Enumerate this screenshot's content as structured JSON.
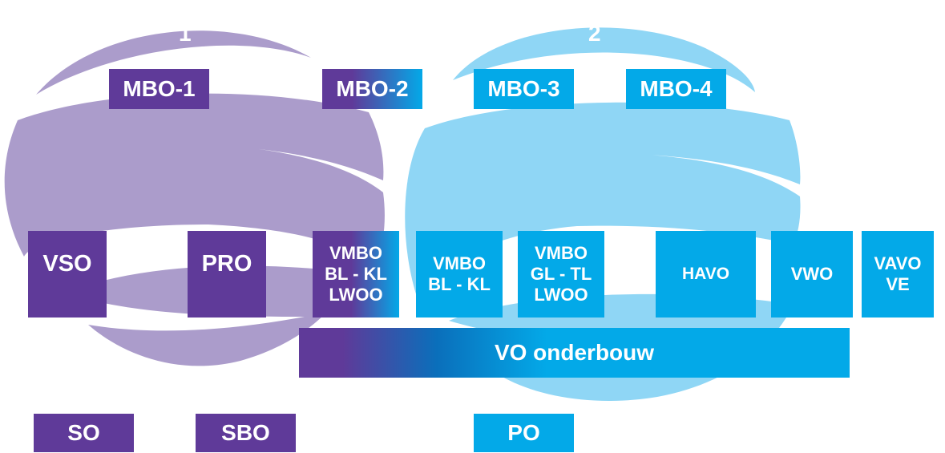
{
  "colors": {
    "purple": "#5f3a99",
    "blue": "#03a9e8",
    "purple_light": "#ab9ccb",
    "blue_light": "#8fd6f5",
    "text": "#ffffff"
  },
  "globes": [
    {
      "label": "1"
    },
    {
      "label": "2"
    }
  ],
  "top_row": [
    "MBO-1",
    "MBO-2",
    "MBO-3",
    "MBO-4"
  ],
  "middle_row": {
    "vso": "VSO",
    "pro": "PRO",
    "vmbo_purple": [
      "VMBO",
      "BL - KL",
      "LWOO"
    ],
    "vmbo_bl_kl": [
      "VMBO",
      "BL - KL"
    ],
    "vmbo_gl_tl": [
      "VMBO",
      "GL - TL",
      "LWOO"
    ],
    "havo": "HAVO",
    "vwo": "VWO",
    "vavo_ve": [
      "VAVO",
      "VE"
    ]
  },
  "onderbouw": "VO onderbouw",
  "bottom_row": [
    "SO",
    "SBO",
    "PO"
  ]
}
